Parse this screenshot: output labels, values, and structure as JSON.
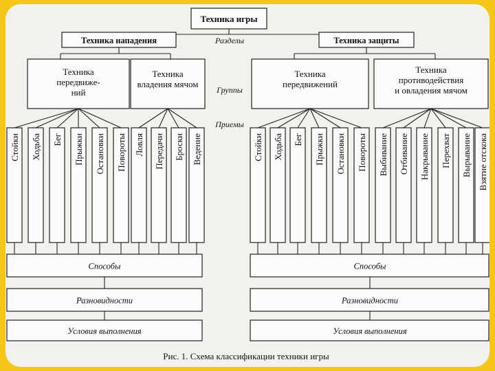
{
  "root": "Техника игры",
  "sections_label": "Разделы",
  "groups_label": "Группы",
  "techniques_label": "Приемы",
  "sections": {
    "attack": "Техника нападения",
    "defense": "Техника защиты"
  },
  "groups": {
    "attack_move": [
      "Техника",
      "передвиже-",
      "ний"
    ],
    "attack_ball": [
      "Техника",
      "владения мячом"
    ],
    "defense_move": [
      "Техника",
      "передвижений"
    ],
    "defense_counter": [
      "Техника",
      "противодействия",
      "и овладения мячом"
    ]
  },
  "techniques": {
    "attack_move": [
      "Стойки",
      "Ходьба",
      "Бег",
      "Прыжки",
      "Остановки",
      "Повороты"
    ],
    "attack_ball": [
      "Ловля",
      "Передачи",
      "Броски",
      "Ведение"
    ],
    "defense_move": [
      "Стойки",
      "Ходьба",
      "Бег",
      "Прыжки",
      "Остановки",
      "Повороты"
    ],
    "defense_counter": [
      "Выбивание",
      "Отбивание",
      "Накрывание",
      "Перехват",
      "Вырывание",
      "Взятие отскока"
    ]
  },
  "bars": [
    "Способы",
    "Разновидности",
    "Условия выполнения"
  ],
  "caption": "Рис. 1. Схема классификации техники игры"
}
